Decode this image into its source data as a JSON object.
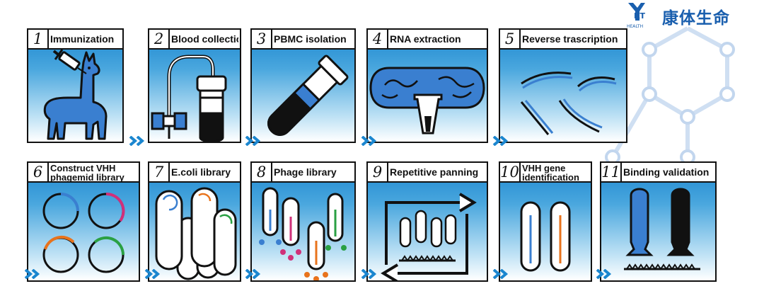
{
  "logo": {
    "initials": "KT",
    "tagline": "HEALTH",
    "name": "康体生命"
  },
  "steps": [
    {
      "number": "1",
      "title": "Immunization"
    },
    {
      "number": "2",
      "title": "Blood collection"
    },
    {
      "number": "3",
      "title": "PBMC isolation"
    },
    {
      "number": "4",
      "title": "RNA extraction"
    },
    {
      "number": "5",
      "title": "Reverse trascription"
    },
    {
      "number": "6",
      "title": "Construct VHH phagemid library"
    },
    {
      "number": "7",
      "title": "E.coli library"
    },
    {
      "number": "8",
      "title": "Phage library"
    },
    {
      "number": "9",
      "title": "Repetitive panning"
    },
    {
      "number": "10",
      "title": "VHH gene identification"
    },
    {
      "number": "11",
      "title": "Binding validation"
    }
  ],
  "colors": {
    "panel_blue": "#1b86cf",
    "highlight_blue": "#3a7fd0",
    "orange": "#e8731c",
    "magenta": "#d0307a",
    "green": "#2aa043",
    "hexagon": "#c9daf0"
  },
  "icons": [
    "llama-icon",
    "syringe-icon",
    "blood-tube-icon",
    "test-tube-icon",
    "rna-dish-icon",
    "cdna-strands-icon",
    "plasmid-icon",
    "ecoli-icon",
    "phage-icon",
    "panning-icon",
    "vhh-gene-icon",
    "antibody-icon",
    "chevron-right-icon"
  ]
}
